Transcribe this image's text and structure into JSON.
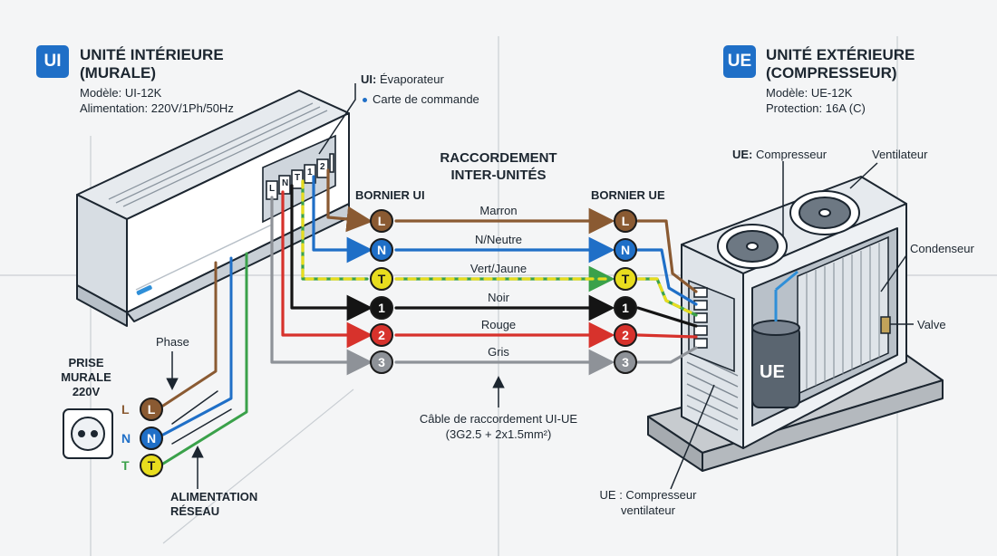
{
  "indoor": {
    "badge": "UI",
    "title_line1": "UNITÉ INTÉRIEURE",
    "title_line2": "(MURALE)",
    "model": "Modèle: UI-12K",
    "power": "Alimentation: 220V/1Ph/50Hz",
    "callout_prefix": "UI:",
    "callout_evap": "Évaporateur",
    "callout_board": "Carte de commande",
    "terminal_labels": [
      "L",
      "N",
      "T",
      "1",
      "2",
      "3"
    ]
  },
  "outdoor": {
    "badge": "UE",
    "title_line1": "UNITÉ EXTÉRIEURE",
    "title_line2": "(COMPRESSEUR)",
    "model": "Modèle: UE-12K",
    "protection": "Protection: 16A (C)",
    "compressor_prefix": "UE:",
    "compressor_label": "Compresseur",
    "fan_label": "Ventilateur",
    "condenser_label": "Condenseur",
    "valve_label": "Valve",
    "body_label": "UE",
    "bottom_line1": "UE : Compresseur",
    "bottom_line2": "ventilateur"
  },
  "connection": {
    "title_line1": "RACCORDEMENT",
    "title_line2": "INTER-UNITÉS",
    "bornier_ui": "BORNIER UI",
    "bornier_ue": "BORNIER UE",
    "wires": [
      {
        "terminal": "L",
        "name": "Marron",
        "color": "#8a5a32",
        "text_color": "#ffffff"
      },
      {
        "terminal": "N",
        "name": "N/Neutre",
        "color": "#1f6fc7",
        "text_color": "#ffffff"
      },
      {
        "terminal": "T",
        "name": "Vert/Jaune",
        "color": "#e8dd1e",
        "text_color": "#1b1b1b"
      },
      {
        "terminal": "1",
        "name": "Noir",
        "color": "#141414",
        "text_color": "#ffffff"
      },
      {
        "terminal": "2",
        "name": "Rouge",
        "color": "#d7322c",
        "text_color": "#ffffff"
      },
      {
        "terminal": "3",
        "name": "Gris",
        "color": "#8e9298",
        "text_color": "#ffffff"
      }
    ],
    "cable_label": "Câble de raccordement UI-UE",
    "cable_spec": "(3G2.5 + 2x1.5mm²)"
  },
  "supply": {
    "prise_line1": "PRISE",
    "prise_line2": "MURALE",
    "prise_line3": "220V",
    "phase_label": "Phase",
    "terminals": [
      {
        "letter": "L",
        "color": "#8a5a32",
        "text_color": "#ffffff"
      },
      {
        "letter": "N",
        "color": "#1f6fc7",
        "text_color": "#ffffff"
      },
      {
        "letter": "T",
        "color": "#e8dd1e",
        "text_color": "#1b1b1b"
      }
    ],
    "alim_line1": "ALIMENTATION",
    "alim_line2": "RÉSEAU"
  }
}
